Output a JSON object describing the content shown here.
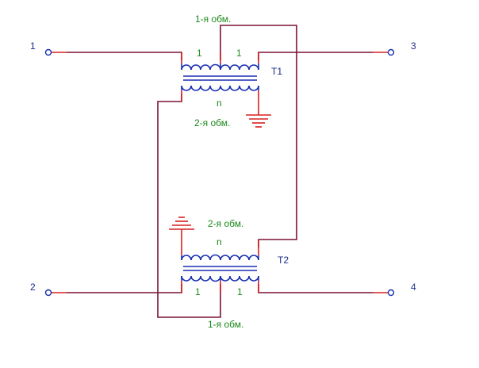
{
  "ports": {
    "p1": "1",
    "p2": "2",
    "p3": "3",
    "p4": "4"
  },
  "t1": {
    "name": "T1",
    "primary_label": "1-я обм.",
    "secondary_label": "2-я обм.",
    "turns_left": "1",
    "turns_right": "1",
    "turns_secondary": "n"
  },
  "t2": {
    "name": "T2",
    "primary_label": "1-я обм.",
    "secondary_label": "2-я обм.",
    "turns_left": "1",
    "turns_right": "1",
    "turns_secondary": "n"
  },
  "colors": {
    "wire": "#7a1236",
    "lead": "#d62020",
    "coil": "#1a2fb0",
    "label": "#1c8a1c",
    "port_text": "#1a2a8c"
  }
}
